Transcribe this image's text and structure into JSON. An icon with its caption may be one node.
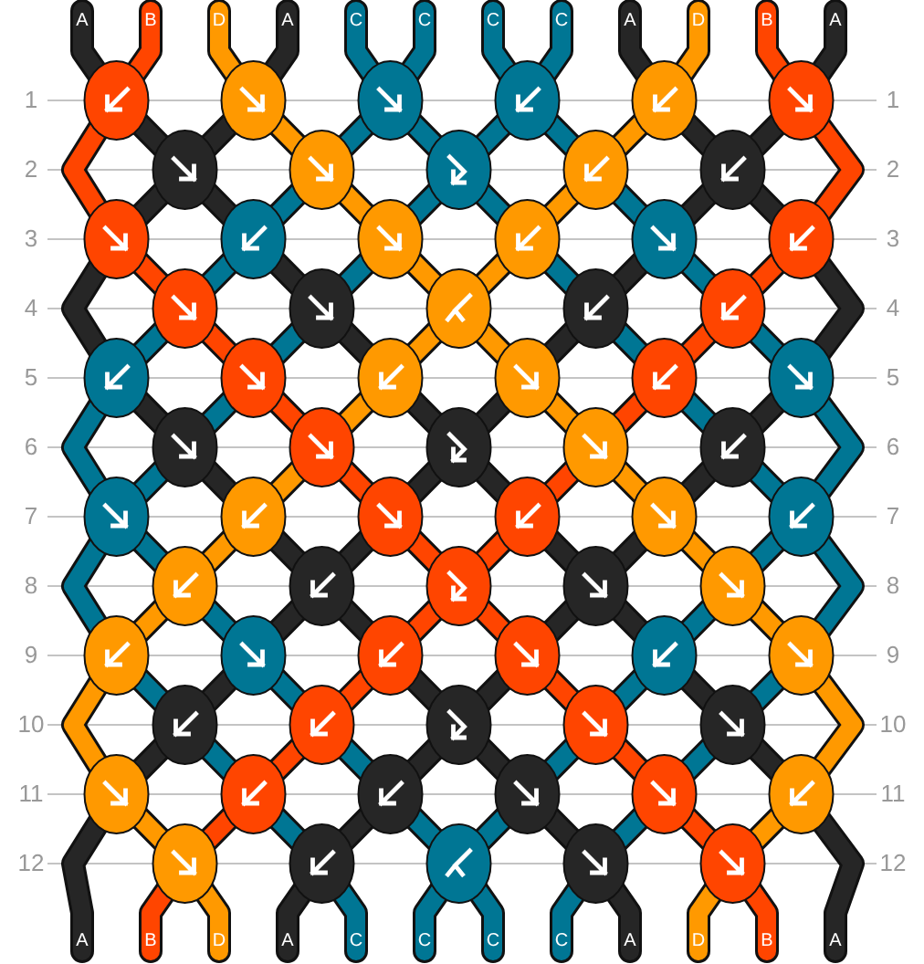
{
  "diagram": {
    "labels": [
      "A",
      "B",
      "D",
      "A",
      "C",
      "C",
      "C",
      "C",
      "A",
      "D",
      "B",
      "A",
      "1",
      "1",
      "2",
      "2",
      "3",
      "3",
      "4",
      "4",
      "5",
      "5",
      "6",
      "6",
      "7",
      "7",
      "8",
      "8",
      "9",
      "9",
      "10",
      "10",
      "11",
      "11",
      "12",
      "12",
      "A",
      "B",
      "D",
      "A",
      "C",
      "C",
      "C",
      "C",
      "A",
      "D",
      "B",
      "A"
    ]
  }
}
